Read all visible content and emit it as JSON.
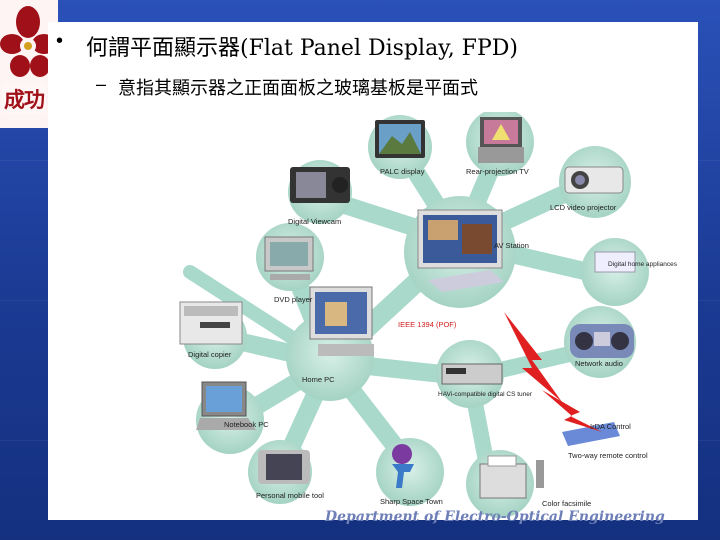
{
  "slide": {
    "logo_text": "成功",
    "bullet_title": "何謂平面顯示器(Flat Panel Display, FPD)",
    "sub_bullet": "意指其顯示器之正面面板之玻璃基板是平面式",
    "footer": "Department of Electro-Optical Engineering"
  },
  "diagram": {
    "center": "AV Station",
    "hub": "Home PC",
    "link_label": "IEEE 1394 (POF)",
    "devices": {
      "palc": "PALC display",
      "rear_tv": "Rear-projection TV",
      "lcd_projector": "LCD video projector",
      "viewcam": "Digital Viewcam",
      "home_appliances": "Digital home appliances",
      "dvd": "DVD player",
      "network_audio": "Network audio",
      "copier": "Digital copier",
      "havi_tuner": "HAVi-compatible digital CS tuner",
      "irda": "IrDA Control",
      "notebook": "Notebook PC",
      "remote": "Two-way remote control",
      "mobile_tool": "Personal mobile tool",
      "space_town": "Sharp Space Town",
      "facsimile": "Color facsimile"
    }
  }
}
